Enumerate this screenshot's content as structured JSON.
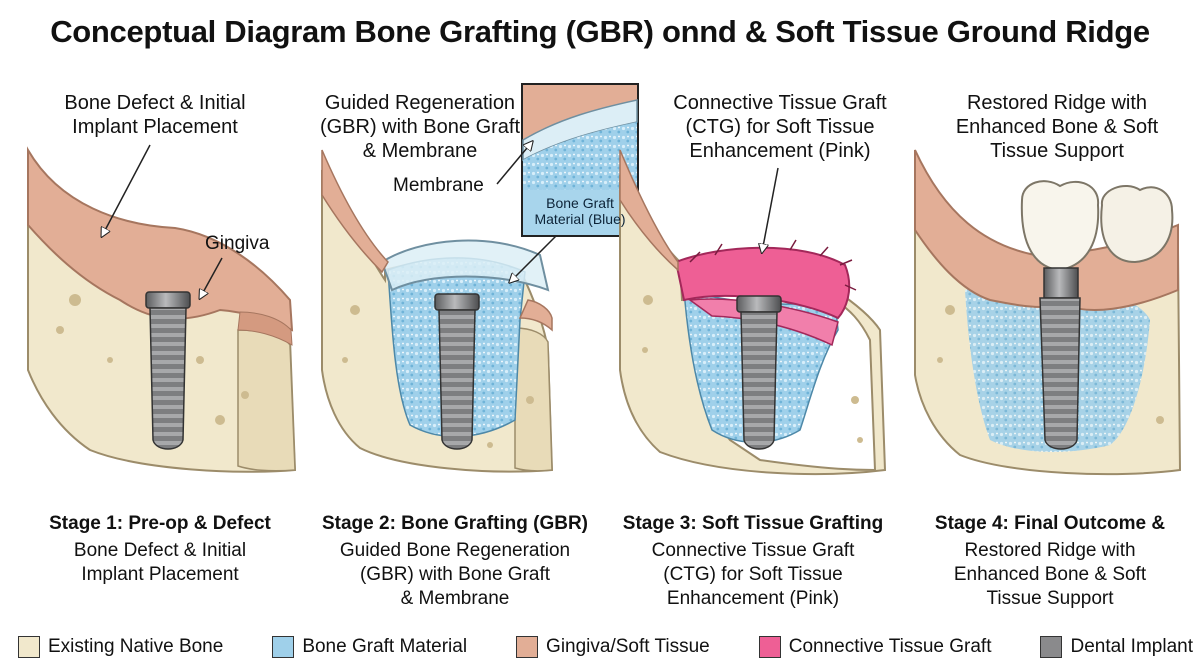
{
  "title": "Conceptual Diagram Bone Grafting (GBR) onnd & Soft Tissue Ground Ridge",
  "panels": [
    {
      "top_label": "Bone Defect & Initial\nImplant Placement",
      "callouts": [
        "Gingiva"
      ],
      "stage": "Stage 1: Pre-op & Defect",
      "description": "Bone Defect & Initial\nImplant Placement"
    },
    {
      "top_label": "Guided Regeneration\n(GBR) with Bone Graft\n& Membrane",
      "callouts": [
        "Membrane"
      ],
      "inset_label": "Bone Graft\nMaterial (Blue)",
      "stage": "Stage 2: Bone Grafting (GBR)",
      "description": "Guided Bone Regeneration\n(GBR) with Bone Graft\n& Membrane"
    },
    {
      "top_label": "Connective Tissue Graft\n(CTG) for Soft Tissue\nEnhancement (Pink)",
      "stage": "Stage 3: Soft Tissue Grafting",
      "description": "Connective Tissue Graft\n(CTG) for Soft Tissue\nEnhancement (Pink)"
    },
    {
      "top_label": "Restored Ridge with\nEnhanced Bone & Soft\nTissue Support",
      "stage": "Stage 4: Final Outcome &",
      "description": "Restored Ridge with\nEnhanced Bone & Soft\nTissue Support"
    }
  ],
  "legend": [
    {
      "label": "Existing Native Bone",
      "color": "#f1e8cc"
    },
    {
      "label": "Bone Graft Material",
      "color": "#9fd0ea"
    },
    {
      "label": "Gingiva/Soft Tissue",
      "color": "#e2ae96"
    },
    {
      "label": "Connective Tissue Graft",
      "color": "#ee5f95"
    },
    {
      "label": "Dental Implant",
      "color": "#8a8a8c"
    }
  ],
  "colors": {
    "bone": "#f1e8cc",
    "bone_dark": "#d9c9a2",
    "graft": "#9fd0ea",
    "gingiva": "#e2ae96",
    "ctg": "#ee5f95",
    "implant": "#8a8a8c",
    "membrane": "#dceef6"
  }
}
